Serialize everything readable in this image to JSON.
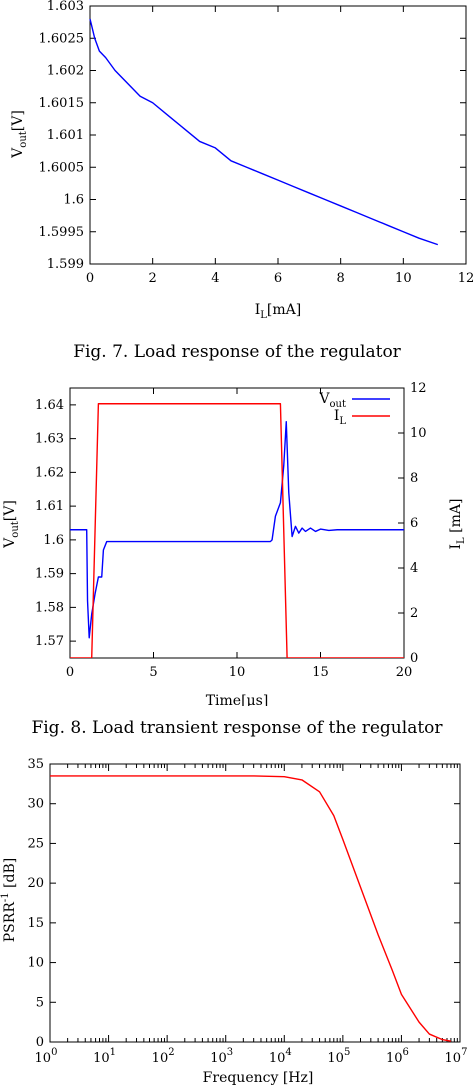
{
  "chart_data": [
    {
      "type": "line",
      "caption": "Fig. 7. Load response of the regulator",
      "xlabel": "I",
      "xlabel_sub": "L",
      "xlabel_rest": "[mA]",
      "ylabel": "V",
      "ylabel_sub": "out",
      "ylabel_rest": "[V]",
      "xlim": [
        0,
        12
      ],
      "ylim": [
        1.599,
        1.603
      ],
      "xticks": [
        "0",
        "2",
        "4",
        "6",
        "8",
        "10",
        "12"
      ],
      "yticks": [
        "1.599",
        "1.5995",
        "1.6",
        "1.6005",
        "1.601",
        "1.6015",
        "1.602",
        "1.6025",
        "1.603"
      ],
      "series": [
        {
          "color": "#0000ff",
          "x": [
            0,
            0.05,
            0.15,
            0.3,
            0.5,
            0.8,
            1.2,
            1.6,
            2.0,
            2.5,
            3.0,
            3.5,
            4.0,
            4.5,
            5.0,
            5.5,
            6.0,
            6.5,
            7.0,
            7.5,
            8.0,
            8.5,
            9.0,
            9.5,
            10.0,
            10.5,
            11.1
          ],
          "y": [
            1.6028,
            1.6027,
            1.6025,
            1.6023,
            1.6022,
            1.602,
            1.6018,
            1.6016,
            1.6015,
            1.6013,
            1.6011,
            1.6009,
            1.6008,
            1.6006,
            1.6005,
            1.6004,
            1.6003,
            1.6002,
            1.6001,
            1.6,
            1.5999,
            1.5998,
            1.5997,
            1.5996,
            1.5995,
            1.5994,
            1.5993
          ]
        }
      ]
    },
    {
      "type": "line",
      "caption": "Fig. 8. Load transient response of the regulator",
      "xlabel": "Time[μs]",
      "ylabel": "V",
      "ylabel_sub": "out",
      "ylabel_rest": "[V]",
      "y2label": "I",
      "y2label_sub": "L",
      "y2label_rest": " [mA]",
      "xlim": [
        0,
        20
      ],
      "ylim": [
        1.565,
        1.645
      ],
      "y2lim": [
        0,
        12
      ],
      "xticks": [
        "0",
        "5",
        "10",
        "15",
        "20"
      ],
      "yticks": [
        "1.57",
        "1.58",
        "1.59",
        "1.6",
        "1.61",
        "1.62",
        "1.63",
        "1.64"
      ],
      "y2ticks": [
        "0",
        "2",
        "4",
        "6",
        "8",
        "10",
        "12"
      ],
      "legend": [
        {
          "label": "V",
          "sub": "out",
          "color": "#0000ff"
        },
        {
          "label": "I",
          "sub": "L",
          "color": "#ff0000"
        }
      ],
      "series": [
        {
          "axis": "left",
          "color": "#0000ff",
          "x": [
            0,
            1.0,
            1.05,
            1.15,
            1.3,
            1.5,
            1.7,
            1.9,
            2.0,
            2.2,
            2.4,
            3.0,
            5.0,
            8.0,
            10.0,
            12.0,
            12.1,
            12.3,
            12.6,
            12.8,
            12.95,
            13.1,
            13.3,
            13.5,
            13.7,
            13.9,
            14.1,
            14.4,
            14.7,
            15.0,
            15.5,
            16.0,
            17.0,
            18.0,
            19.0,
            20.0
          ],
          "y": [
            1.603,
            1.603,
            1.582,
            1.571,
            1.578,
            1.584,
            1.589,
            1.589,
            1.597,
            1.5995,
            1.5995,
            1.5995,
            1.5995,
            1.5995,
            1.5995,
            1.5995,
            1.6,
            1.607,
            1.611,
            1.622,
            1.635,
            1.614,
            1.601,
            1.604,
            1.602,
            1.6035,
            1.6025,
            1.6035,
            1.6025,
            1.6032,
            1.6028,
            1.603,
            1.603,
            1.603,
            1.603,
            1.603
          ]
        },
        {
          "axis": "right",
          "color": "#ff0000",
          "x": [
            0,
            1.3,
            1.7,
            12.6,
            13.0,
            20.0
          ],
          "y": [
            0,
            0,
            11.3,
            11.3,
            0,
            0
          ]
        }
      ]
    },
    {
      "type": "line",
      "xlabel": "Frequency [Hz]",
      "ylabel": "PSRR",
      "ylabel_sup": "-1",
      "ylabel_rest": " [dB]",
      "xscale": "log",
      "xlim": [
        1,
        10000000
      ],
      "ylim": [
        0,
        35
      ],
      "xticks_mant": [
        "10",
        "10",
        "10",
        "10",
        "10",
        "10",
        "10",
        "10"
      ],
      "xticks_exp": [
        "0",
        "1",
        "2",
        "3",
        "4",
        "5",
        "6",
        "7"
      ],
      "yticks": [
        "0",
        "5",
        "10",
        "15",
        "20",
        "25",
        "30",
        "35"
      ],
      "series": [
        {
          "color": "#ff0000",
          "x": [
            1,
            10,
            100,
            1000,
            3000,
            10000,
            20000,
            40000,
            70000,
            100000,
            200000,
            400000,
            700000,
            1000000,
            2000000,
            3000000,
            5000000,
            7000000
          ],
          "y": [
            33.5,
            33.5,
            33.5,
            33.5,
            33.5,
            33.4,
            33.0,
            31.5,
            28.5,
            25.5,
            19.5,
            13.5,
            9.0,
            6.0,
            2.5,
            1.0,
            0.3,
            0.1
          ]
        }
      ]
    }
  ]
}
